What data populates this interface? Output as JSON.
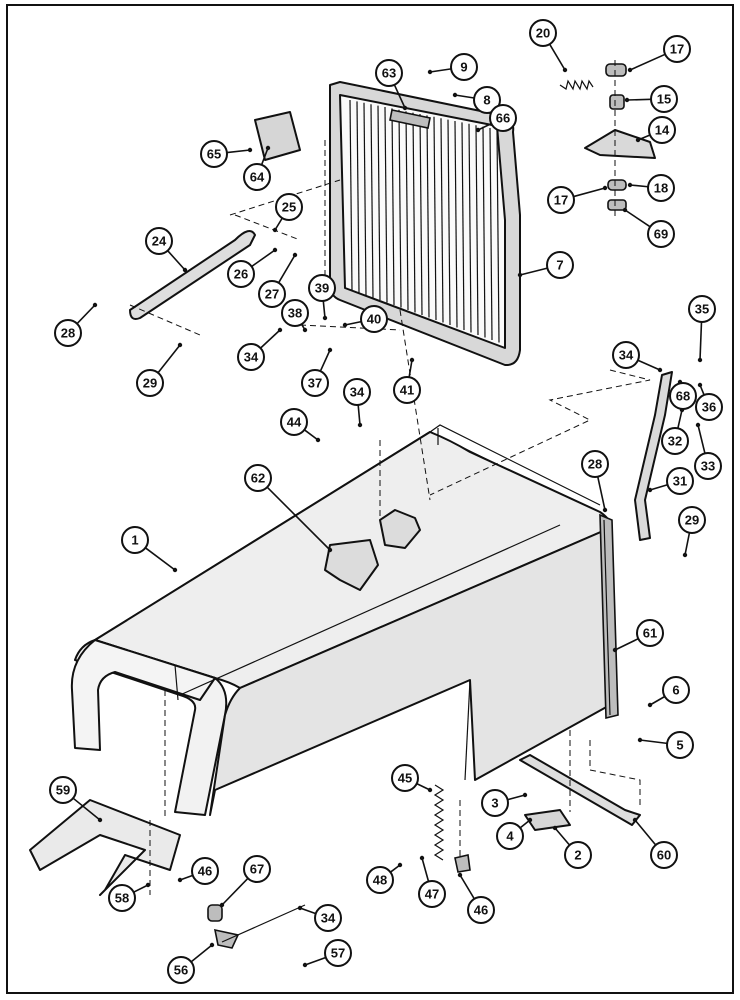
{
  "callouts": [
    {
      "label": "1"
    },
    {
      "label": "2"
    },
    {
      "label": "3"
    },
    {
      "label": "4"
    },
    {
      "label": "5"
    },
    {
      "label": "6"
    },
    {
      "label": "7"
    },
    {
      "label": "8"
    },
    {
      "label": "9"
    },
    {
      "label": "14"
    },
    {
      "label": "15"
    },
    {
      "label": "17"
    },
    {
      "label": "17"
    },
    {
      "label": "18"
    },
    {
      "label": "20"
    },
    {
      "label": "24"
    },
    {
      "label": "25"
    },
    {
      "label": "26"
    },
    {
      "label": "27"
    },
    {
      "label": "28"
    },
    {
      "label": "28"
    },
    {
      "label": "29"
    },
    {
      "label": "29"
    },
    {
      "label": "31"
    },
    {
      "label": "32"
    },
    {
      "label": "33"
    },
    {
      "label": "34"
    },
    {
      "label": "34"
    },
    {
      "label": "34"
    },
    {
      "label": "34"
    },
    {
      "label": "35"
    },
    {
      "label": "36"
    },
    {
      "label": "37"
    },
    {
      "label": "38"
    },
    {
      "label": "39"
    },
    {
      "label": "40"
    },
    {
      "label": "41"
    },
    {
      "label": "44"
    },
    {
      "label": "45"
    },
    {
      "label": "46"
    },
    {
      "label": "46"
    },
    {
      "label": "47"
    },
    {
      "label": "48"
    },
    {
      "label": "56"
    },
    {
      "label": "57"
    },
    {
      "label": "58"
    },
    {
      "label": "59"
    },
    {
      "label": "60"
    },
    {
      "label": "61"
    },
    {
      "label": "62"
    },
    {
      "label": "63"
    },
    {
      "label": "64"
    },
    {
      "label": "65"
    },
    {
      "label": "66"
    },
    {
      "label": "67"
    },
    {
      "label": "68"
    },
    {
      "label": "69"
    }
  ]
}
